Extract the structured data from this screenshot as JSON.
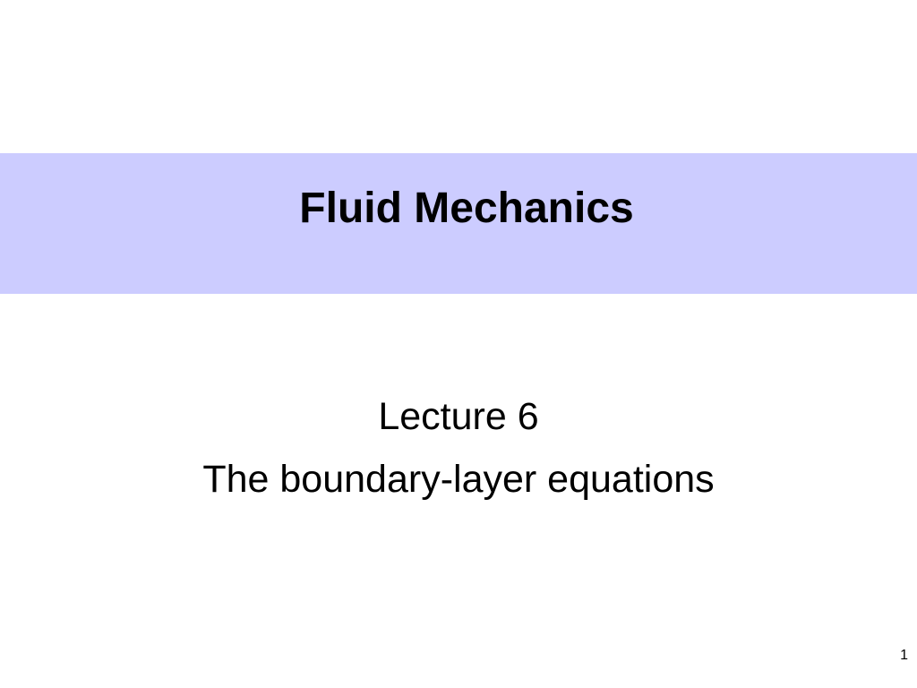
{
  "slide": {
    "title": "Fluid Mechanics",
    "subtitle_lines": [
      "Lecture 6",
      "The boundary-layer equations"
    ],
    "page_number": "1"
  },
  "colors": {
    "title_band": "#ccccff",
    "background": "#ffffff",
    "text": "#000000"
  }
}
